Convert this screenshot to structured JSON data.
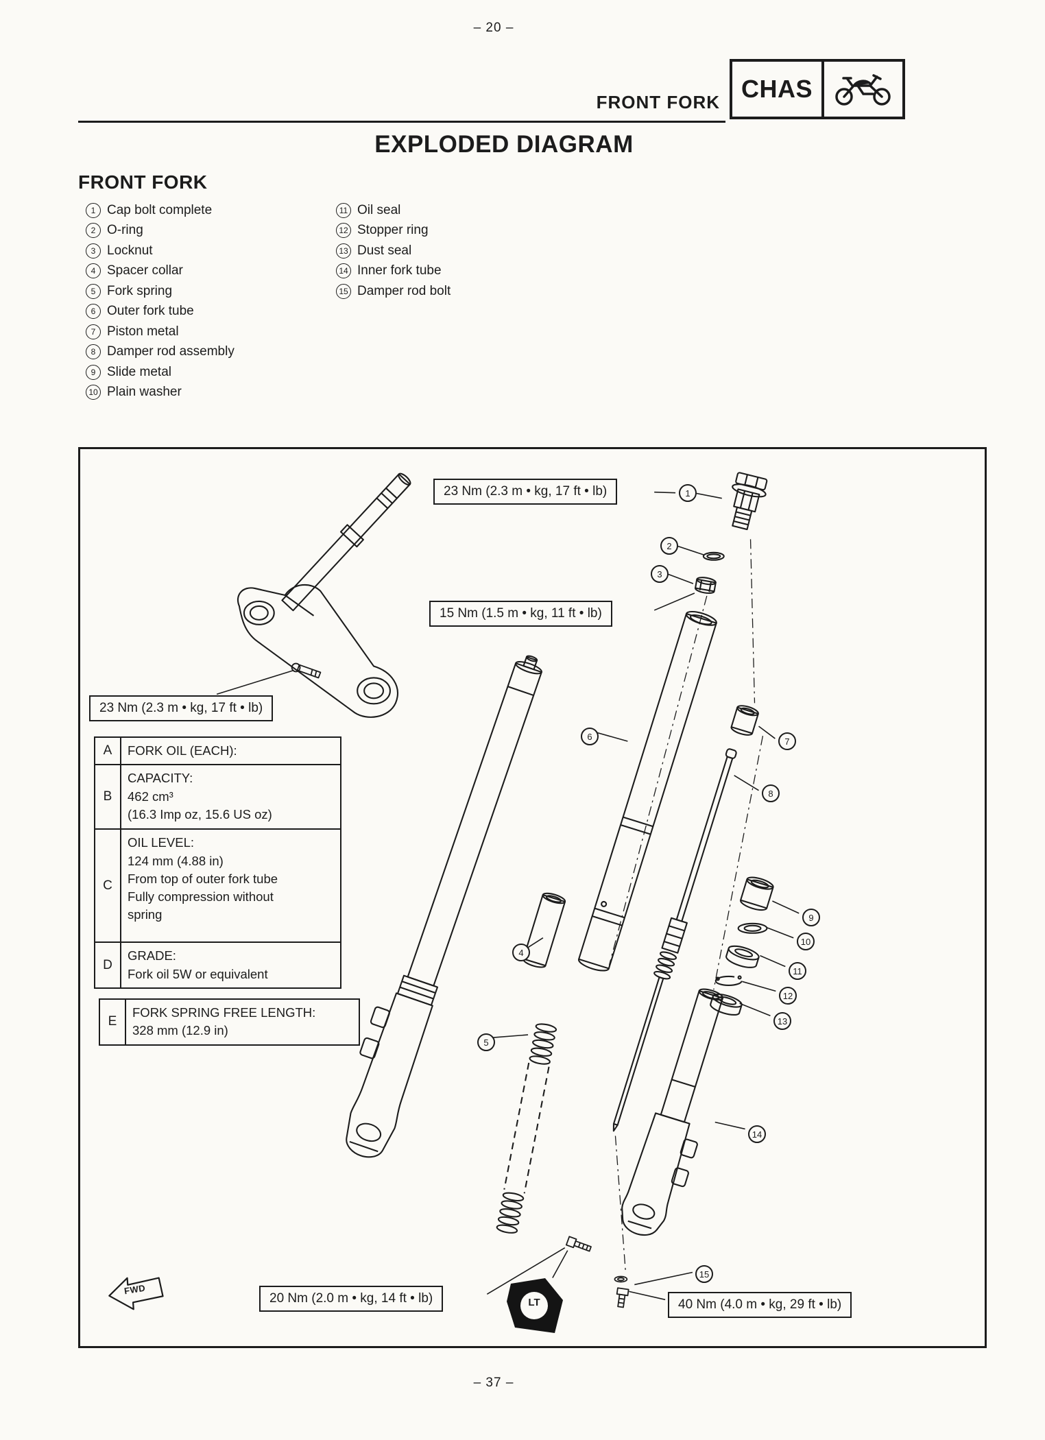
{
  "page": {
    "page_number_top": "– 20 –",
    "page_number_bottom": "– 37 –",
    "header": {
      "section_title": "FRONT FORK",
      "chapter_code": "CHAS"
    },
    "main_title": "EXPLODED DIAGRAM",
    "parts_section_title": "FRONT FORK"
  },
  "parts_list": {
    "column1": [
      {
        "num": "1",
        "label": "Cap bolt complete"
      },
      {
        "num": "2",
        "label": "O-ring"
      },
      {
        "num": "3",
        "label": "Locknut"
      },
      {
        "num": "4",
        "label": "Spacer collar"
      },
      {
        "num": "5",
        "label": "Fork spring"
      },
      {
        "num": "6",
        "label": "Outer fork tube"
      },
      {
        "num": "7",
        "label": "Piston metal"
      },
      {
        "num": "8",
        "label": "Damper rod assembly"
      },
      {
        "num": "9",
        "label": "Slide metal"
      },
      {
        "num": "10",
        "label": "Plain washer"
      }
    ],
    "column2": [
      {
        "num": "11",
        "label": "Oil seal"
      },
      {
        "num": "12",
        "label": "Stopper ring"
      },
      {
        "num": "13",
        "label": "Dust seal"
      },
      {
        "num": "14",
        "label": "Inner fork tube"
      },
      {
        "num": "15",
        "label": "Damper rod bolt"
      }
    ]
  },
  "diagram": {
    "torque_top": "23 Nm (2.3 m • kg, 17 ft • lb)",
    "torque_locknut": "15 Nm (1.5 m • kg, 11 ft • lb)",
    "torque_pinch": "23 Nm (2.3 m • kg, 17 ft • lb)",
    "torque_bottom_left": "20 Nm (2.0 m • kg, 14 ft • lb)",
    "torque_bottom_right": "40 Nm (4.0 m • kg, 29 ft • lb)",
    "fwd_label": "FWD",
    "loctite_label": "LT",
    "callouts": {
      "c1": "1",
      "c2": "2",
      "c3": "3",
      "c4": "4",
      "c5": "5",
      "c6": "6",
      "c7": "7",
      "c8": "8",
      "c9": "9",
      "c10": "10",
      "c11": "11",
      "c12": "12",
      "c13": "13",
      "c14": "14",
      "c15": "15"
    },
    "spec_table": {
      "row_a": {
        "key": "A",
        "line1": "FORK OIL (EACH):"
      },
      "row_b": {
        "key": "B",
        "line1": "CAPACITY:",
        "line2": "462 cm³",
        "line3": "(16.3 Imp oz, 15.6 US oz)"
      },
      "row_c": {
        "key": "C",
        "line1": "OIL LEVEL:",
        "line2": "124 mm (4.88 in)",
        "line3": "From top of outer fork tube",
        "line4": "Fully compression without",
        "line5": "spring"
      },
      "row_d": {
        "key": "D",
        "line1": "GRADE:",
        "line2": "Fork oil 5W or equivalent"
      },
      "row_e": {
        "key": "E",
        "line1": "FORK SPRING FREE LENGTH:",
        "line2": "328 mm (12.9 in)"
      }
    }
  }
}
